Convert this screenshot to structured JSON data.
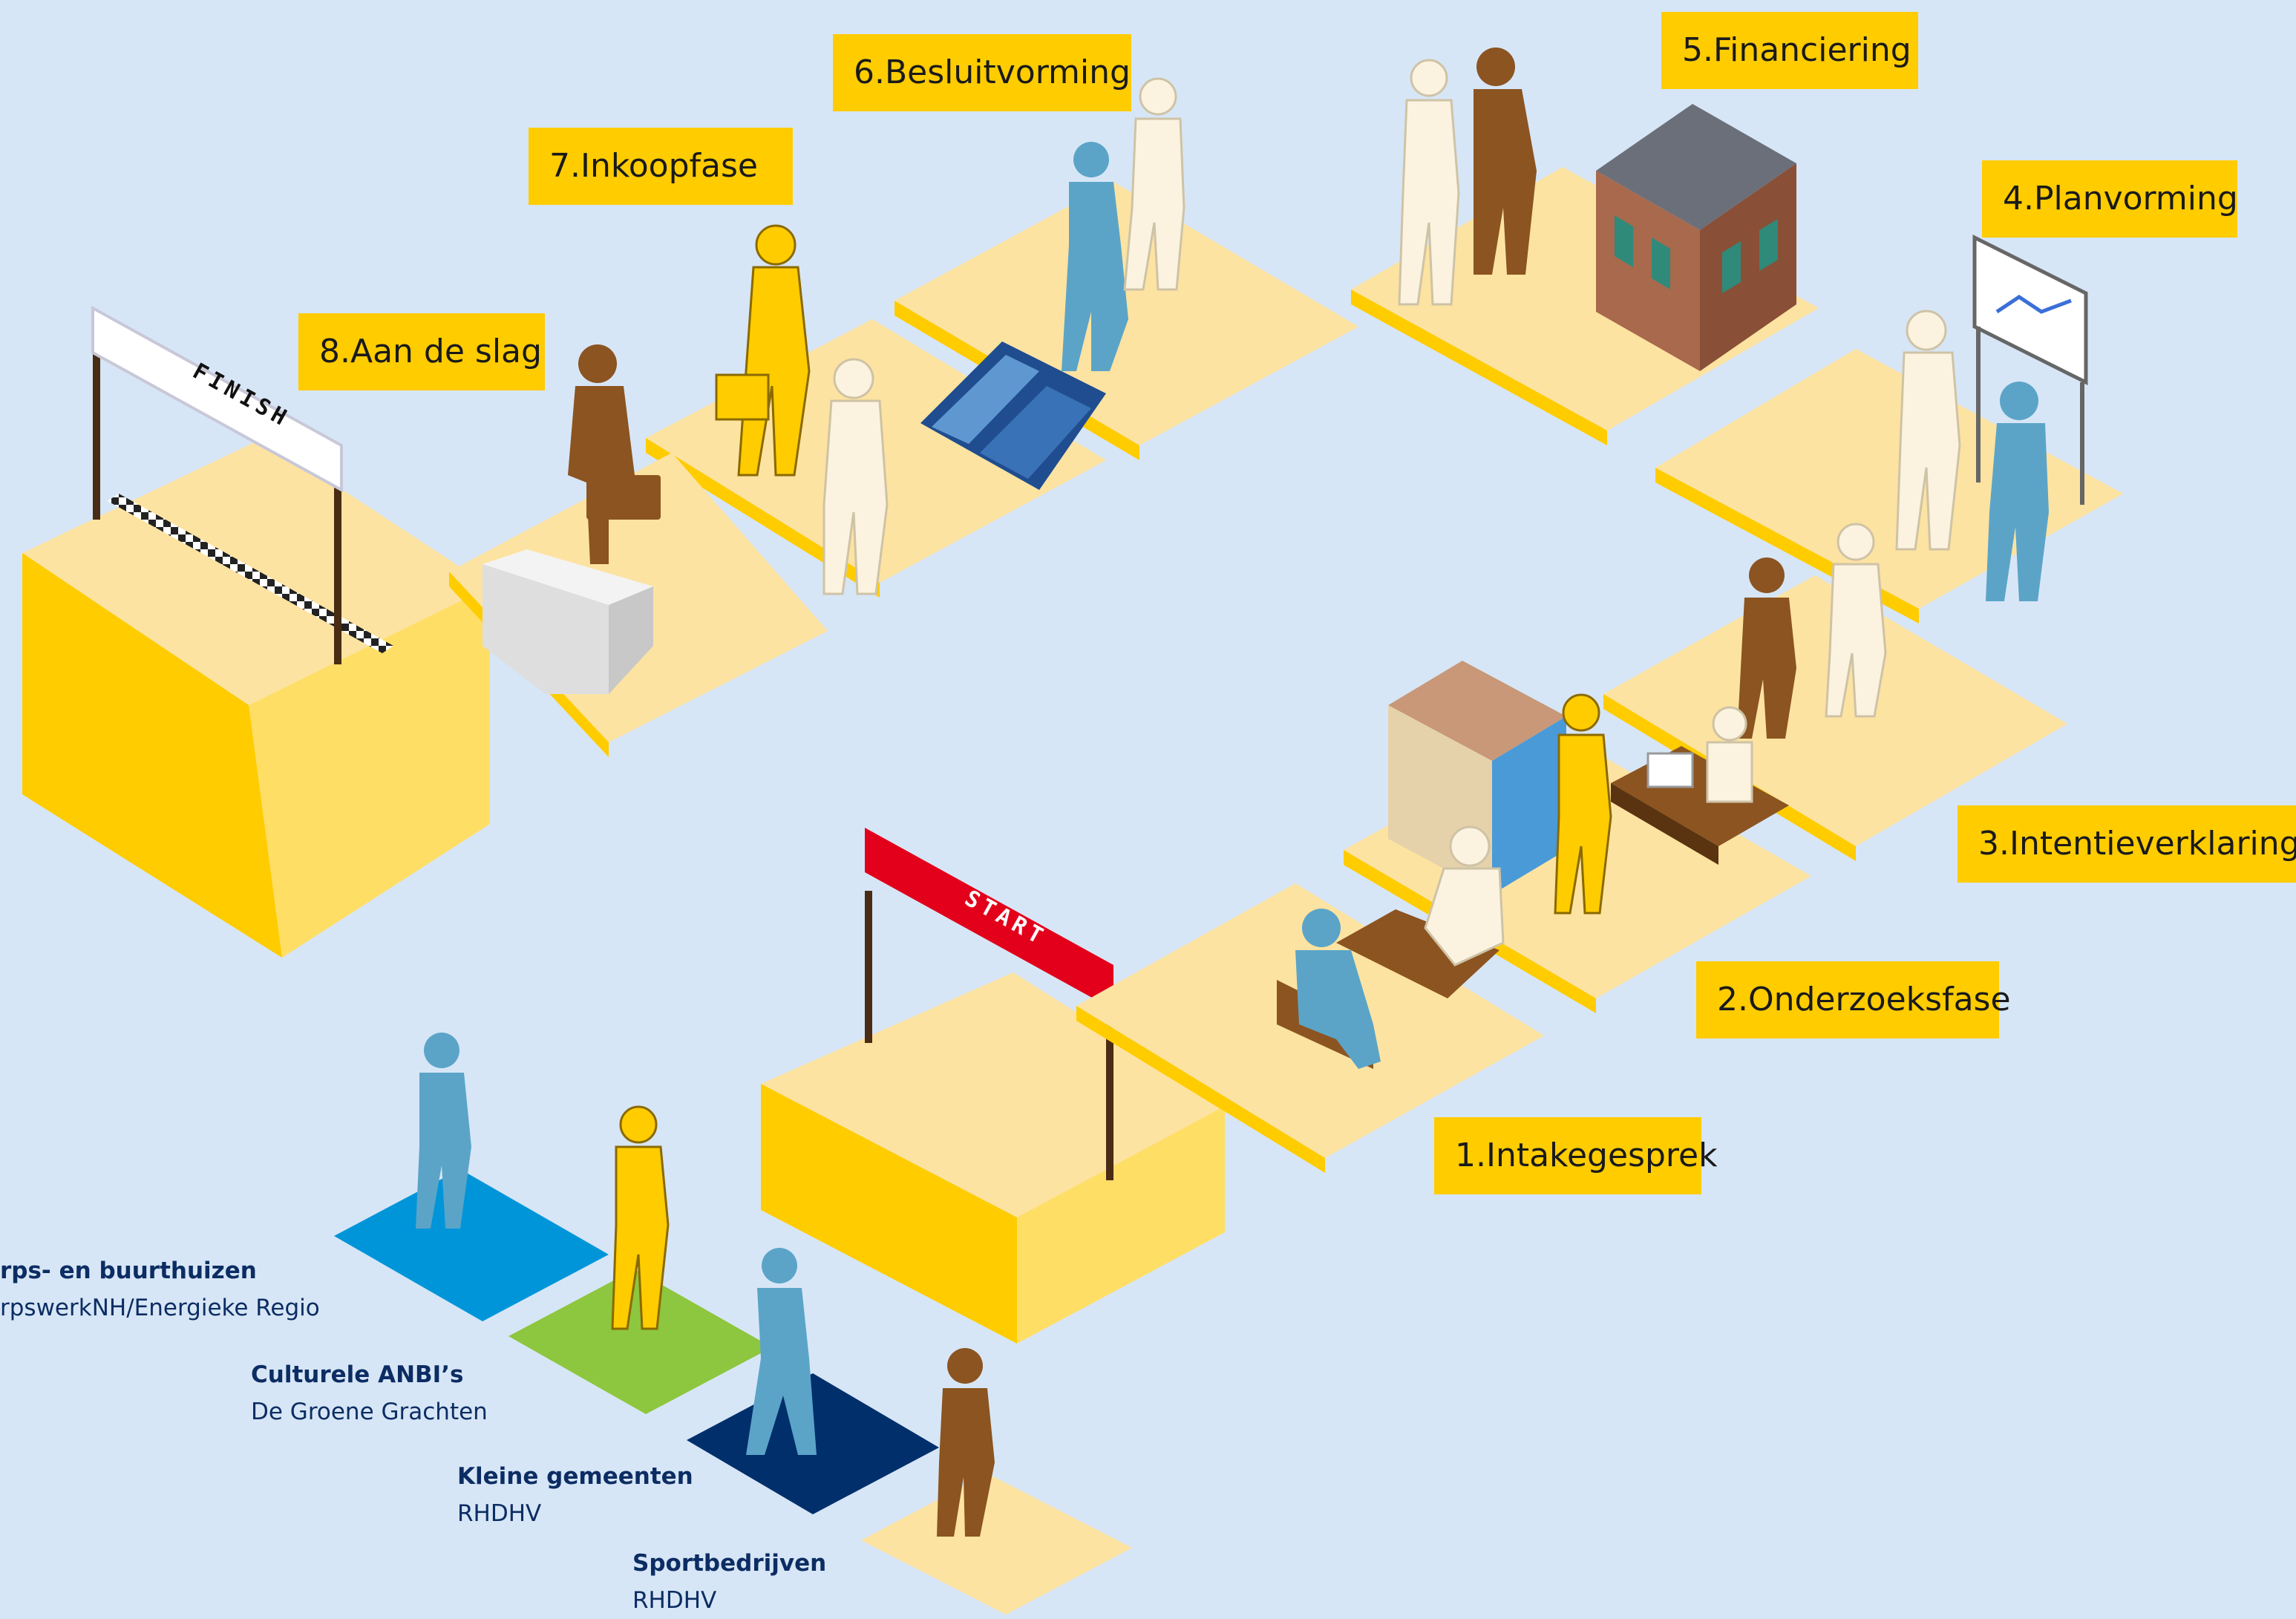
{
  "stages": [
    {
      "id": "s1",
      "label": "1.Intakegesprek"
    },
    {
      "id": "s2",
      "label": "2.Onderzoeksfase"
    },
    {
      "id": "s3",
      "label": "3.Intentieverklaring"
    },
    {
      "id": "s4",
      "label": "4.Planvorming"
    },
    {
      "id": "s5",
      "label": "5.Financiering"
    },
    {
      "id": "s6",
      "label": "6.Besluitvorming"
    },
    {
      "id": "s7",
      "label": "7.Inkoopfase"
    },
    {
      "id": "s8",
      "label": "8.Aan de slag"
    }
  ],
  "banners": {
    "start": "START",
    "finish": "FINISH"
  },
  "groups": [
    {
      "name": "rps- en buurthuizen",
      "org": "rpswerkNH/Energieke Regio",
      "color": "#0095d9"
    },
    {
      "name": "Culturele ANBI’s",
      "org": "De Groene Grachten",
      "color": "#8dc63f"
    },
    {
      "name": "Kleine gemeenten",
      "org": "RHDHV",
      "color": "#002f6c"
    },
    {
      "name": "Sportbedrijven",
      "org": "RHDHV",
      "color": "#fde3a1"
    }
  ],
  "colors": {
    "background": "#d7e6f6",
    "tile_top": "#fde3a1",
    "accent_yellow": "#ffcc00",
    "person_brown": "#8b5421",
    "person_blue": "#5ba4c8",
    "person_cream": "#fbf3e0",
    "text_navy": "#0c2d63",
    "start_red": "#e2001a"
  }
}
